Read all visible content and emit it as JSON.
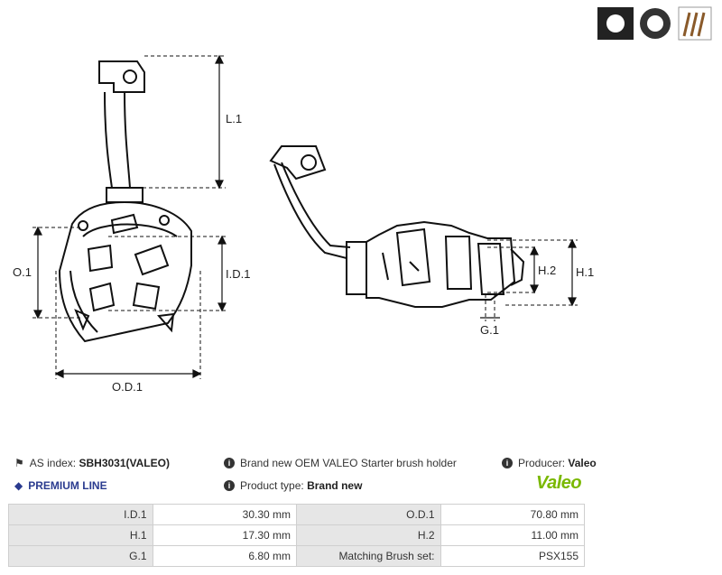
{
  "drawing": {
    "labels": {
      "l1": "L.1",
      "o1": "O.1",
      "id1": "I.D.1",
      "od1": "O.D.1",
      "h1": "H.1",
      "h2": "H.2",
      "g1": "G.1"
    }
  },
  "info": {
    "as_index_label": "AS index:",
    "as_index_value": "SBH3031(VALEO)",
    "premium_line": "PREMIUM LINE",
    "description": "Brand new OEM VALEO Starter brush holder",
    "product_type_label": "Product type:",
    "product_type_value": "Brand new",
    "producer_label": "Producer:",
    "producer_value": "Valeo",
    "logo_text": "Valeo"
  },
  "specs": [
    [
      "I.D.1",
      "30.30 mm",
      "O.D.1",
      "70.80 mm"
    ],
    [
      "H.1",
      "17.30 mm",
      "H.2",
      "11.00 mm"
    ],
    [
      "G.1",
      "6.80 mm",
      "Matching Brush set:",
      "PSX155"
    ]
  ]
}
